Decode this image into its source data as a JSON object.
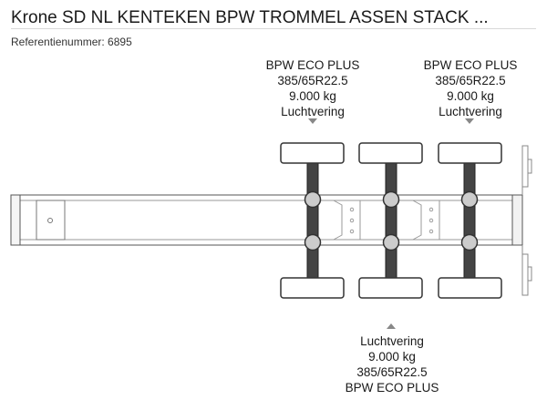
{
  "header": {
    "title": "Krone SD NL KENTEKEN BPW TROMMEL ASSEN STACK ...",
    "reference": "Referentienummer: 6895"
  },
  "axles": [
    {
      "position": "top",
      "brand": "BPW ECO PLUS",
      "tire": "385/65R22.5",
      "load": "9.000 kg",
      "suspension": "Luchtvering"
    },
    {
      "position": "top",
      "brand": "BPW ECO PLUS",
      "tire": "385/65R22.5",
      "load": "9.000 kg",
      "suspension": "Luchtvering"
    },
    {
      "position": "bottom",
      "suspension": "Luchtvering",
      "load": "9.000 kg",
      "tire": "385/65R22.5",
      "brand": "BPW ECO PLUS"
    }
  ],
  "colors": {
    "outline": "#555555",
    "axle_fill": "#444444",
    "joint_fill": "#cccccc",
    "marker": "#888888"
  }
}
